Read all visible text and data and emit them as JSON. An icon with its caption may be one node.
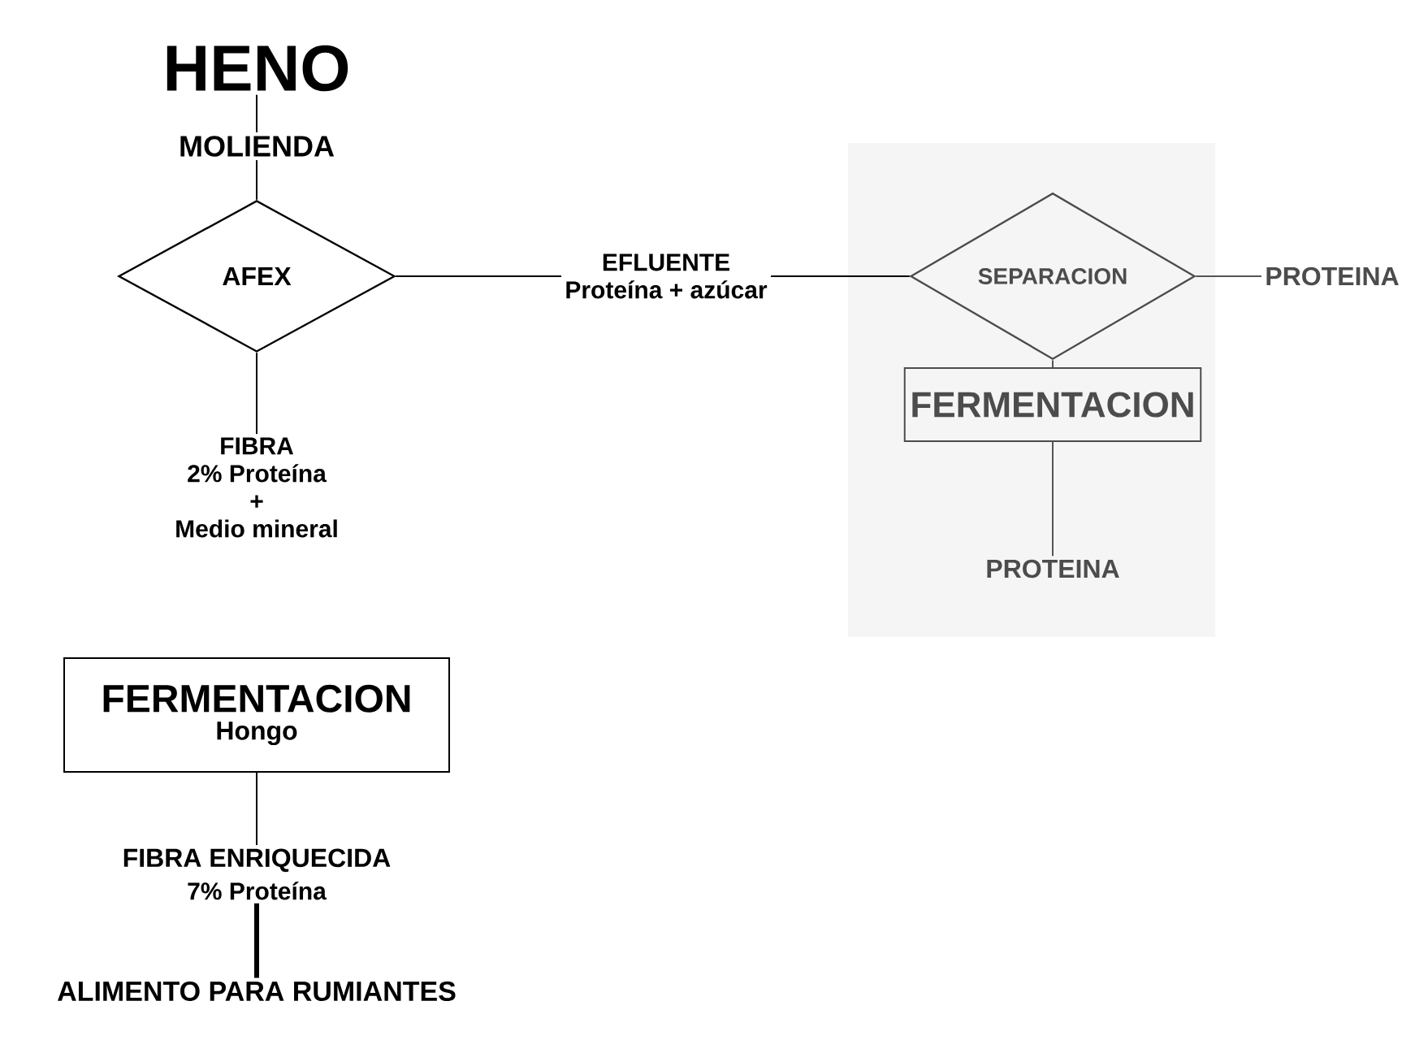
{
  "diagram": {
    "nodes": [
      {
        "text": [
          "HENO"
        ]
      },
      {
        "text": [
          "MOLIENDA"
        ]
      },
      {
        "text": [
          "AFEX"
        ]
      },
      {
        "text": [
          "EFLUENTE",
          "Proteína + azúcar"
        ]
      },
      {
        "text": [
          "SEPARACION"
        ]
      },
      {
        "text": [
          "PROTEINA"
        ]
      },
      {
        "text": [
          "FERMENTACION"
        ]
      },
      {
        "text": [
          "PROTEINA"
        ]
      },
      {
        "text": [
          "FIBRA",
          "2% Proteína",
          "+",
          "Medio mineral"
        ]
      },
      {
        "text": [
          "FERMENTACION",
          "Hongo"
        ]
      },
      {
        "text": [
          "FIBRA ENRIQUECIDA",
          "7% Proteína"
        ]
      },
      {
        "text": [
          "ALIMENTO PARA RUMIANTES"
        ]
      }
    ],
    "edges": [
      {
        "from": 0,
        "to": 1,
        "arrow": "none"
      },
      {
        "from": 1,
        "to": 2,
        "arrow": "none"
      },
      {
        "from": 2,
        "to": 3,
        "arrow": "none"
      },
      {
        "from": 3,
        "to": 4,
        "arrow": "none"
      },
      {
        "from": 4,
        "to": 5,
        "arrow": "none",
        "color": "#555555"
      },
      {
        "from": 4,
        "to": 6,
        "arrow": "none",
        "color": "#555555"
      },
      {
        "from": 6,
        "to": 7,
        "arrow": "none",
        "color": "#555555"
      },
      {
        "from": 2,
        "to": 8,
        "arrow": "none"
      },
      {
        "from": 9,
        "to": 10,
        "arrow": "none"
      },
      {
        "from": 10,
        "to": 11,
        "arrow": "none",
        "style": "thick"
      }
    ]
  }
}
